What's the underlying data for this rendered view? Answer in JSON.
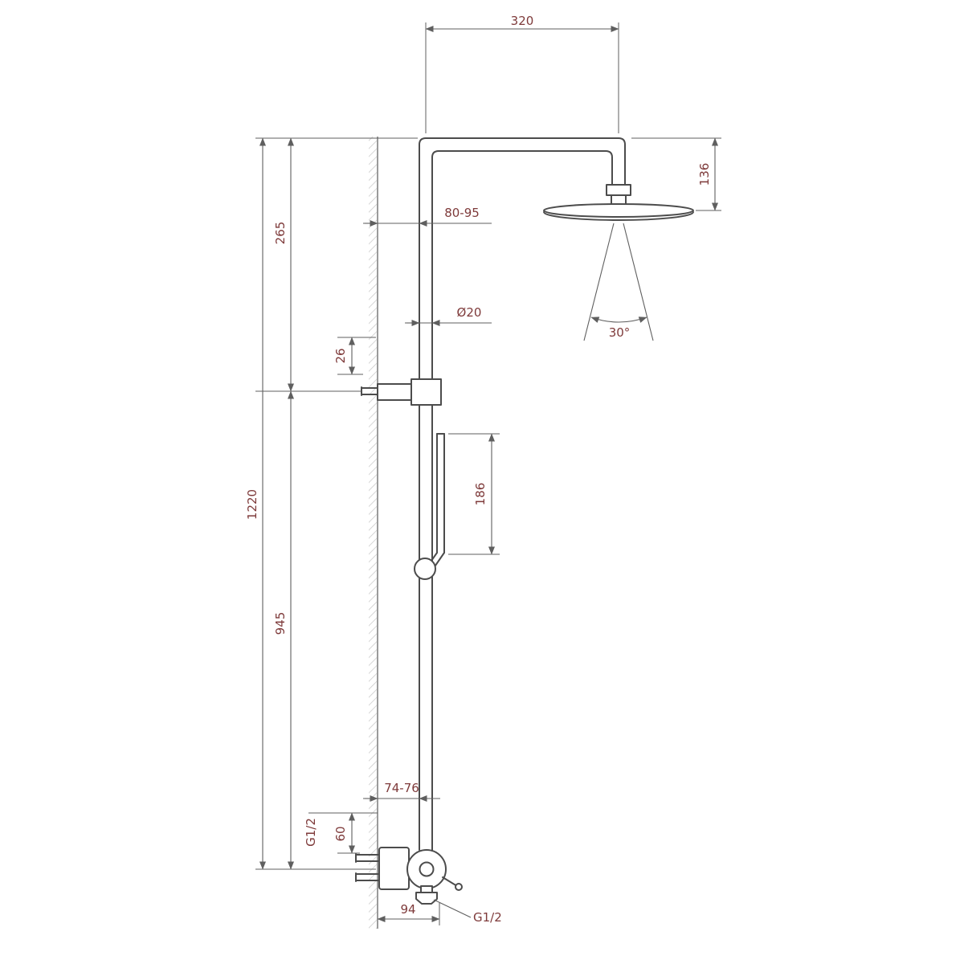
{
  "drawing": {
    "dims": {
      "top_width": "320",
      "head_drop": "136",
      "wall_to_pipe": "80-95",
      "pipe_diameter": "Ø20",
      "upper_height": "265",
      "bracket_detail": "26",
      "total_height": "1220",
      "holder_length": "186",
      "spray_angle": "30°",
      "lower_height": "945",
      "mixer_wall_distance": "74-76",
      "inlet_thread": "G1/2",
      "inlet_detail": "60",
      "outlet_distance": "94",
      "outlet_thread": "G1/2"
    },
    "colors": {
      "line": "#4c4c4c",
      "dimension": "#5f5f5f",
      "text": "#7e3a3a",
      "wall": "#9b9b9b"
    }
  }
}
